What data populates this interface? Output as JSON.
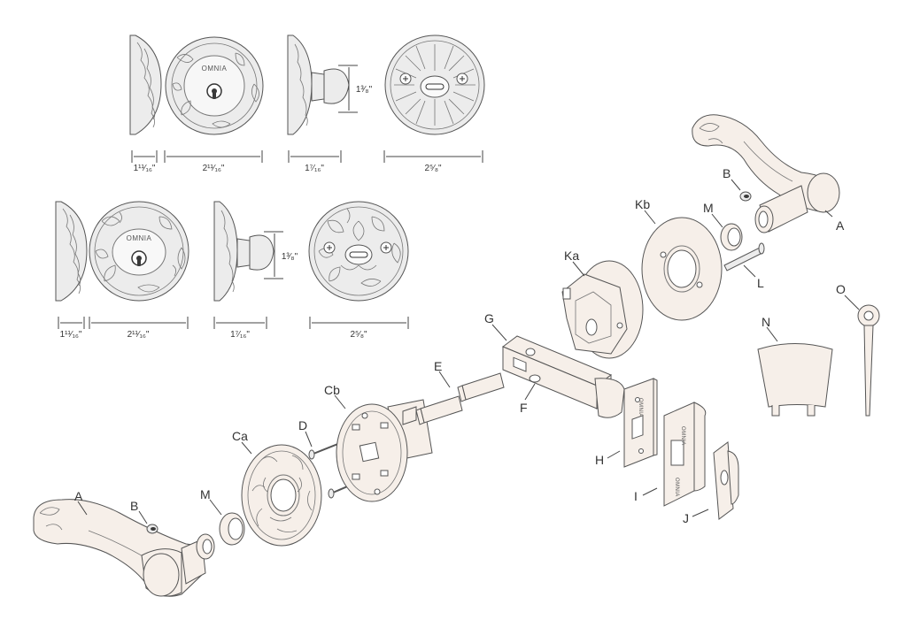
{
  "brand": "OMNIA",
  "brand_mirrored": "OMNIA",
  "dimensions": {
    "row1": [
      "1¹¹⁄₁₆\"",
      "2¹¹⁄₁₆\"",
      "1⁷⁄₁₆\"",
      "2⁵⁄₈\"",
      "1³⁄₈\""
    ],
    "row2": [
      "1¹¹⁄₁₆\"",
      "2¹¹⁄₁₆\"",
      "1⁷⁄₁₆\"",
      "2⁵⁄₈\"",
      "1³⁄₈\""
    ]
  },
  "labels": {
    "A_left": "A",
    "B_left": "B",
    "M_left": "M",
    "Ca": "Ca",
    "Cb": "Cb",
    "D": "D",
    "E": "E",
    "G": "G",
    "F": "F",
    "H": "H",
    "I": "I",
    "J": "J",
    "Ka": "Ka",
    "Kb": "Kb",
    "M_right": "M",
    "B_right": "B",
    "A_right": "A",
    "L": "L",
    "N": "N",
    "O": "O"
  }
}
